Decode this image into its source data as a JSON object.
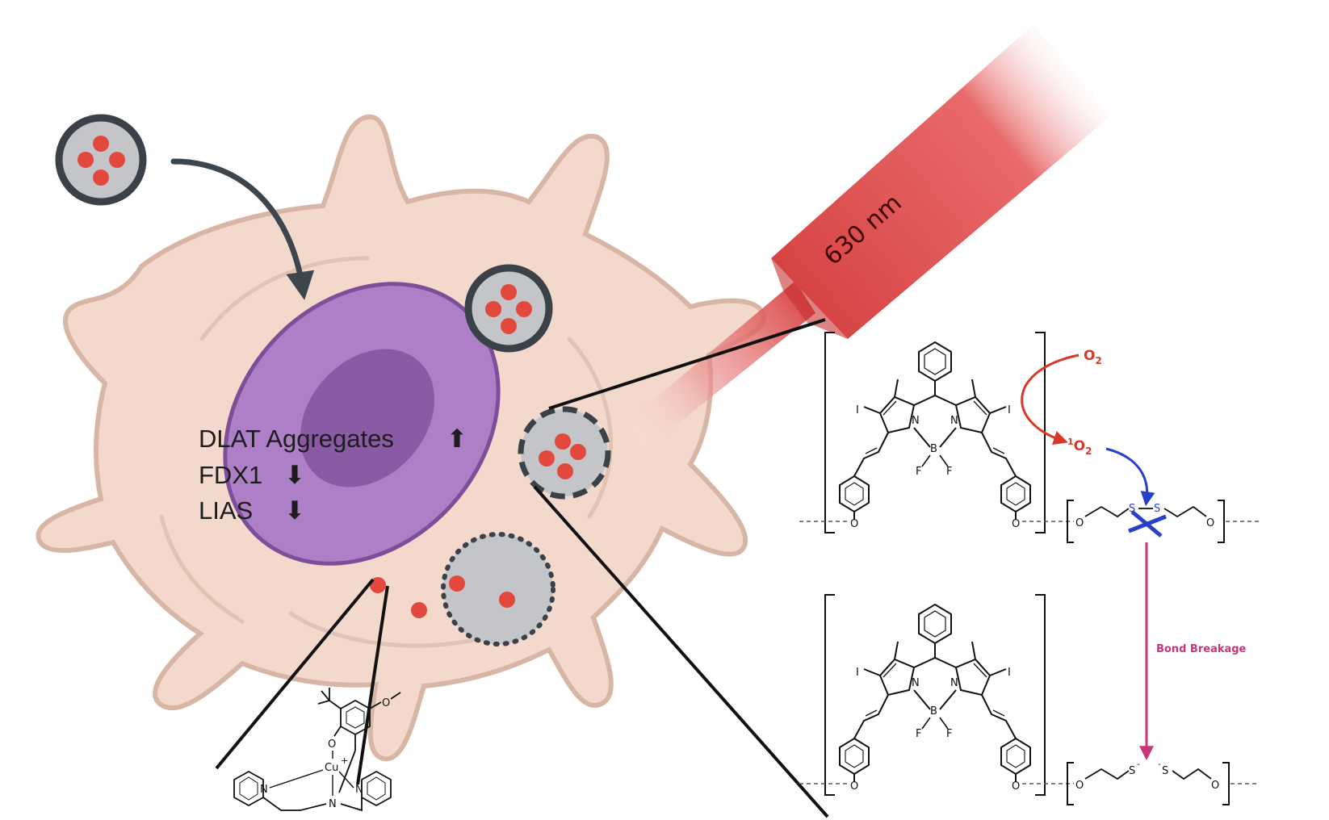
{
  "labels": {
    "dlat": "DLAT Aggregates",
    "fdx1": "FDX1",
    "lias": "LIAS",
    "up_arrow": "⬆",
    "down_arrow": "⬇",
    "laser": "630 nm",
    "o2": "O",
    "o2_sub": "2",
    "singlet_sup": "1",
    "singlet_o": "O",
    "singlet_sub": "2",
    "bond_breakage": "Bond Breakage"
  },
  "chem_atoms": {
    "N": "N",
    "B": "B",
    "F": "F",
    "I": "I",
    "O": "O",
    "S": "S",
    "S_minus": "S",
    "minus": "-",
    "Cu": "Cu",
    "plus": "+"
  },
  "colors": {
    "cell_fill": "#f3d8cc",
    "cell_stroke": "#d8b6a6",
    "nucleus": "#ad7fc6",
    "nucleolus": "#8b5aa4",
    "particle_fill": "#c3c5c9",
    "particle_ring": "#3b4148",
    "cargo_red": "#e2483b",
    "laser_red": "#d94141",
    "arrow_dark": "#3c464c",
    "o2_red": "#d63a2a",
    "singlet_blue": "#2a3fc8",
    "bond_pink": "#c8357a"
  }
}
